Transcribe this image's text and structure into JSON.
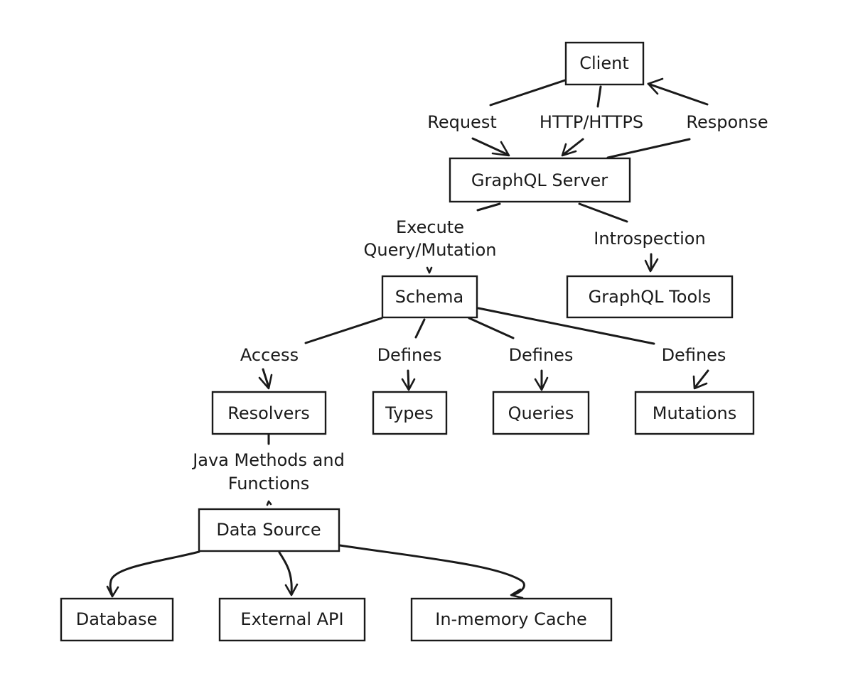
{
  "nodes": {
    "client": "Client",
    "graphql_server": "GraphQL Server",
    "schema": "Schema",
    "graphql_tools": "GraphQL Tools",
    "resolvers": "Resolvers",
    "types": "Types",
    "queries": "Queries",
    "mutations": "Mutations",
    "data_source": "Data Source",
    "database": "Database",
    "external_api": "External API",
    "in_memory_cache": "In-memory Cache"
  },
  "edges": {
    "request": "Request",
    "http_https": "HTTP/HTTPS",
    "response": "Response",
    "execute_line1": "Execute",
    "execute_line2": "Query/Mutation",
    "introspection": "Introspection",
    "access": "Access",
    "defines_types": "Defines",
    "defines_queries": "Defines",
    "defines_mutations": "Defines",
    "java_line1": "Java Methods and",
    "java_line2": "Functions"
  },
  "colors": {
    "stroke": "#1a1a1a",
    "background": "#ffffff"
  }
}
